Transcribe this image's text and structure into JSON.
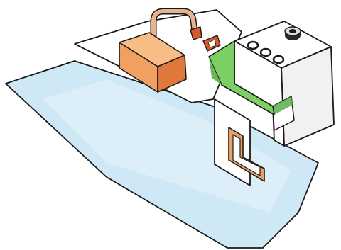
{
  "illustration": {
    "colors": {
      "background": "#ffffff",
      "outline": "#1a1a1a",
      "sheet_blue": "#cfe8f6",
      "sheet_blue_light": "#e8f4fb",
      "sheet_white": "#ffffff",
      "block_front": "#f0a060",
      "block_top": "#f7bd85",
      "block_side": "#e0783c",
      "tube": "#e8b48c",
      "nozzle": "#d85a2c",
      "jaw_green": "#7ccf63",
      "jaw_green_dark": "#5cae4a",
      "machine_white": "#ffffff",
      "machine_shade": "#f1f1f1",
      "cut_orange": "#f0a060"
    },
    "parts": [
      "blue-sheet",
      "white-sheet",
      "orange-block",
      "bent-tube",
      "nozzle",
      "press-machine",
      "green-jaw",
      "punched-slot",
      "control-knobs"
    ]
  }
}
